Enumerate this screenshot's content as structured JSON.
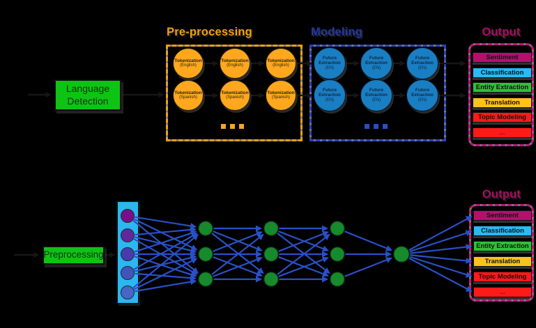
{
  "diagram": {
    "top_pipeline": {
      "language_detection_label": "Language Detection",
      "preprocessing": {
        "title": "Pre-processing",
        "nodes": [
          {
            "name": "Tokenization",
            "variant": "(English)"
          },
          {
            "name": "Tokenization",
            "variant": "(English)"
          },
          {
            "name": "Tokenization",
            "variant": "(English)"
          },
          {
            "name": "Tokenization",
            "variant": "(Spanish)"
          },
          {
            "name": "Tokenization",
            "variant": "(Spanish)"
          },
          {
            "name": "Tokenization",
            "variant": "(Spanish)"
          }
        ]
      },
      "modeling": {
        "title": "Modeling",
        "nodes": [
          {
            "name": "Future Extraction",
            "variant": "(EN)"
          },
          {
            "name": "Future Extraction",
            "variant": "(EN)"
          },
          {
            "name": "Future Extraction",
            "variant": "(EN)"
          },
          {
            "name": "Future Extraction",
            "variant": "(EN)"
          },
          {
            "name": "Future Extraction",
            "variant": "(EN)"
          },
          {
            "name": "Future Extraction",
            "variant": "(EN)"
          }
        ]
      },
      "output": {
        "title": "Output",
        "items": [
          {
            "label": "Sentiment",
            "color": "#B5106E"
          },
          {
            "label": "Classification",
            "color": "#29B9F6"
          },
          {
            "label": "Entity Extraction",
            "color": "#2EC232"
          },
          {
            "label": "Translation",
            "color": "#FFC21A"
          },
          {
            "label": "Topic Modeling",
            "color": "#FF1A1A"
          },
          {
            "label": "...",
            "color": "#FF1A1A",
            "text_color": "#8f0018"
          }
        ]
      }
    },
    "bottom_pipeline": {
      "preprocessing_label": "Preprocessing",
      "network": {
        "input_layer": {
          "node_count": 5,
          "node_colors": [
            "#7A0D8C",
            "#61289E",
            "#4B3AAE",
            "#4453BC",
            "#4A64C8"
          ],
          "container_color": "#2CB6F2"
        },
        "hidden_layers": [
          3,
          3,
          3
        ],
        "hidden_node_color": "#168A2C",
        "output_node_count": 1,
        "output_node_color": "#168A2C",
        "connection_color": "#2A50C8"
      },
      "output": {
        "title": "Output",
        "items": [
          {
            "label": "Sentiment",
            "color": "#B5106E"
          },
          {
            "label": "Classification",
            "color": "#29B9F6"
          },
          {
            "label": "Entity Extraction",
            "color": "#2EC232"
          },
          {
            "label": "Translation",
            "color": "#FFC21A"
          },
          {
            "label": "Topic Modeling",
            "color": "#FF1A1A"
          },
          {
            "label": "...",
            "color": "#FF1A1A",
            "text_color": "#8f0018"
          }
        ]
      }
    },
    "colors": {
      "background": "#000000",
      "preprocessing_accent": "#F0A014",
      "modeling_accent": "#2438A2",
      "modeling_node_fill": "#1A7EC2",
      "output_accent": "#AA0C60",
      "output_dash": "#C3117B",
      "green_box_fill": "#0FC315",
      "dash_underlay_gray": "#7A7A7A"
    }
  }
}
